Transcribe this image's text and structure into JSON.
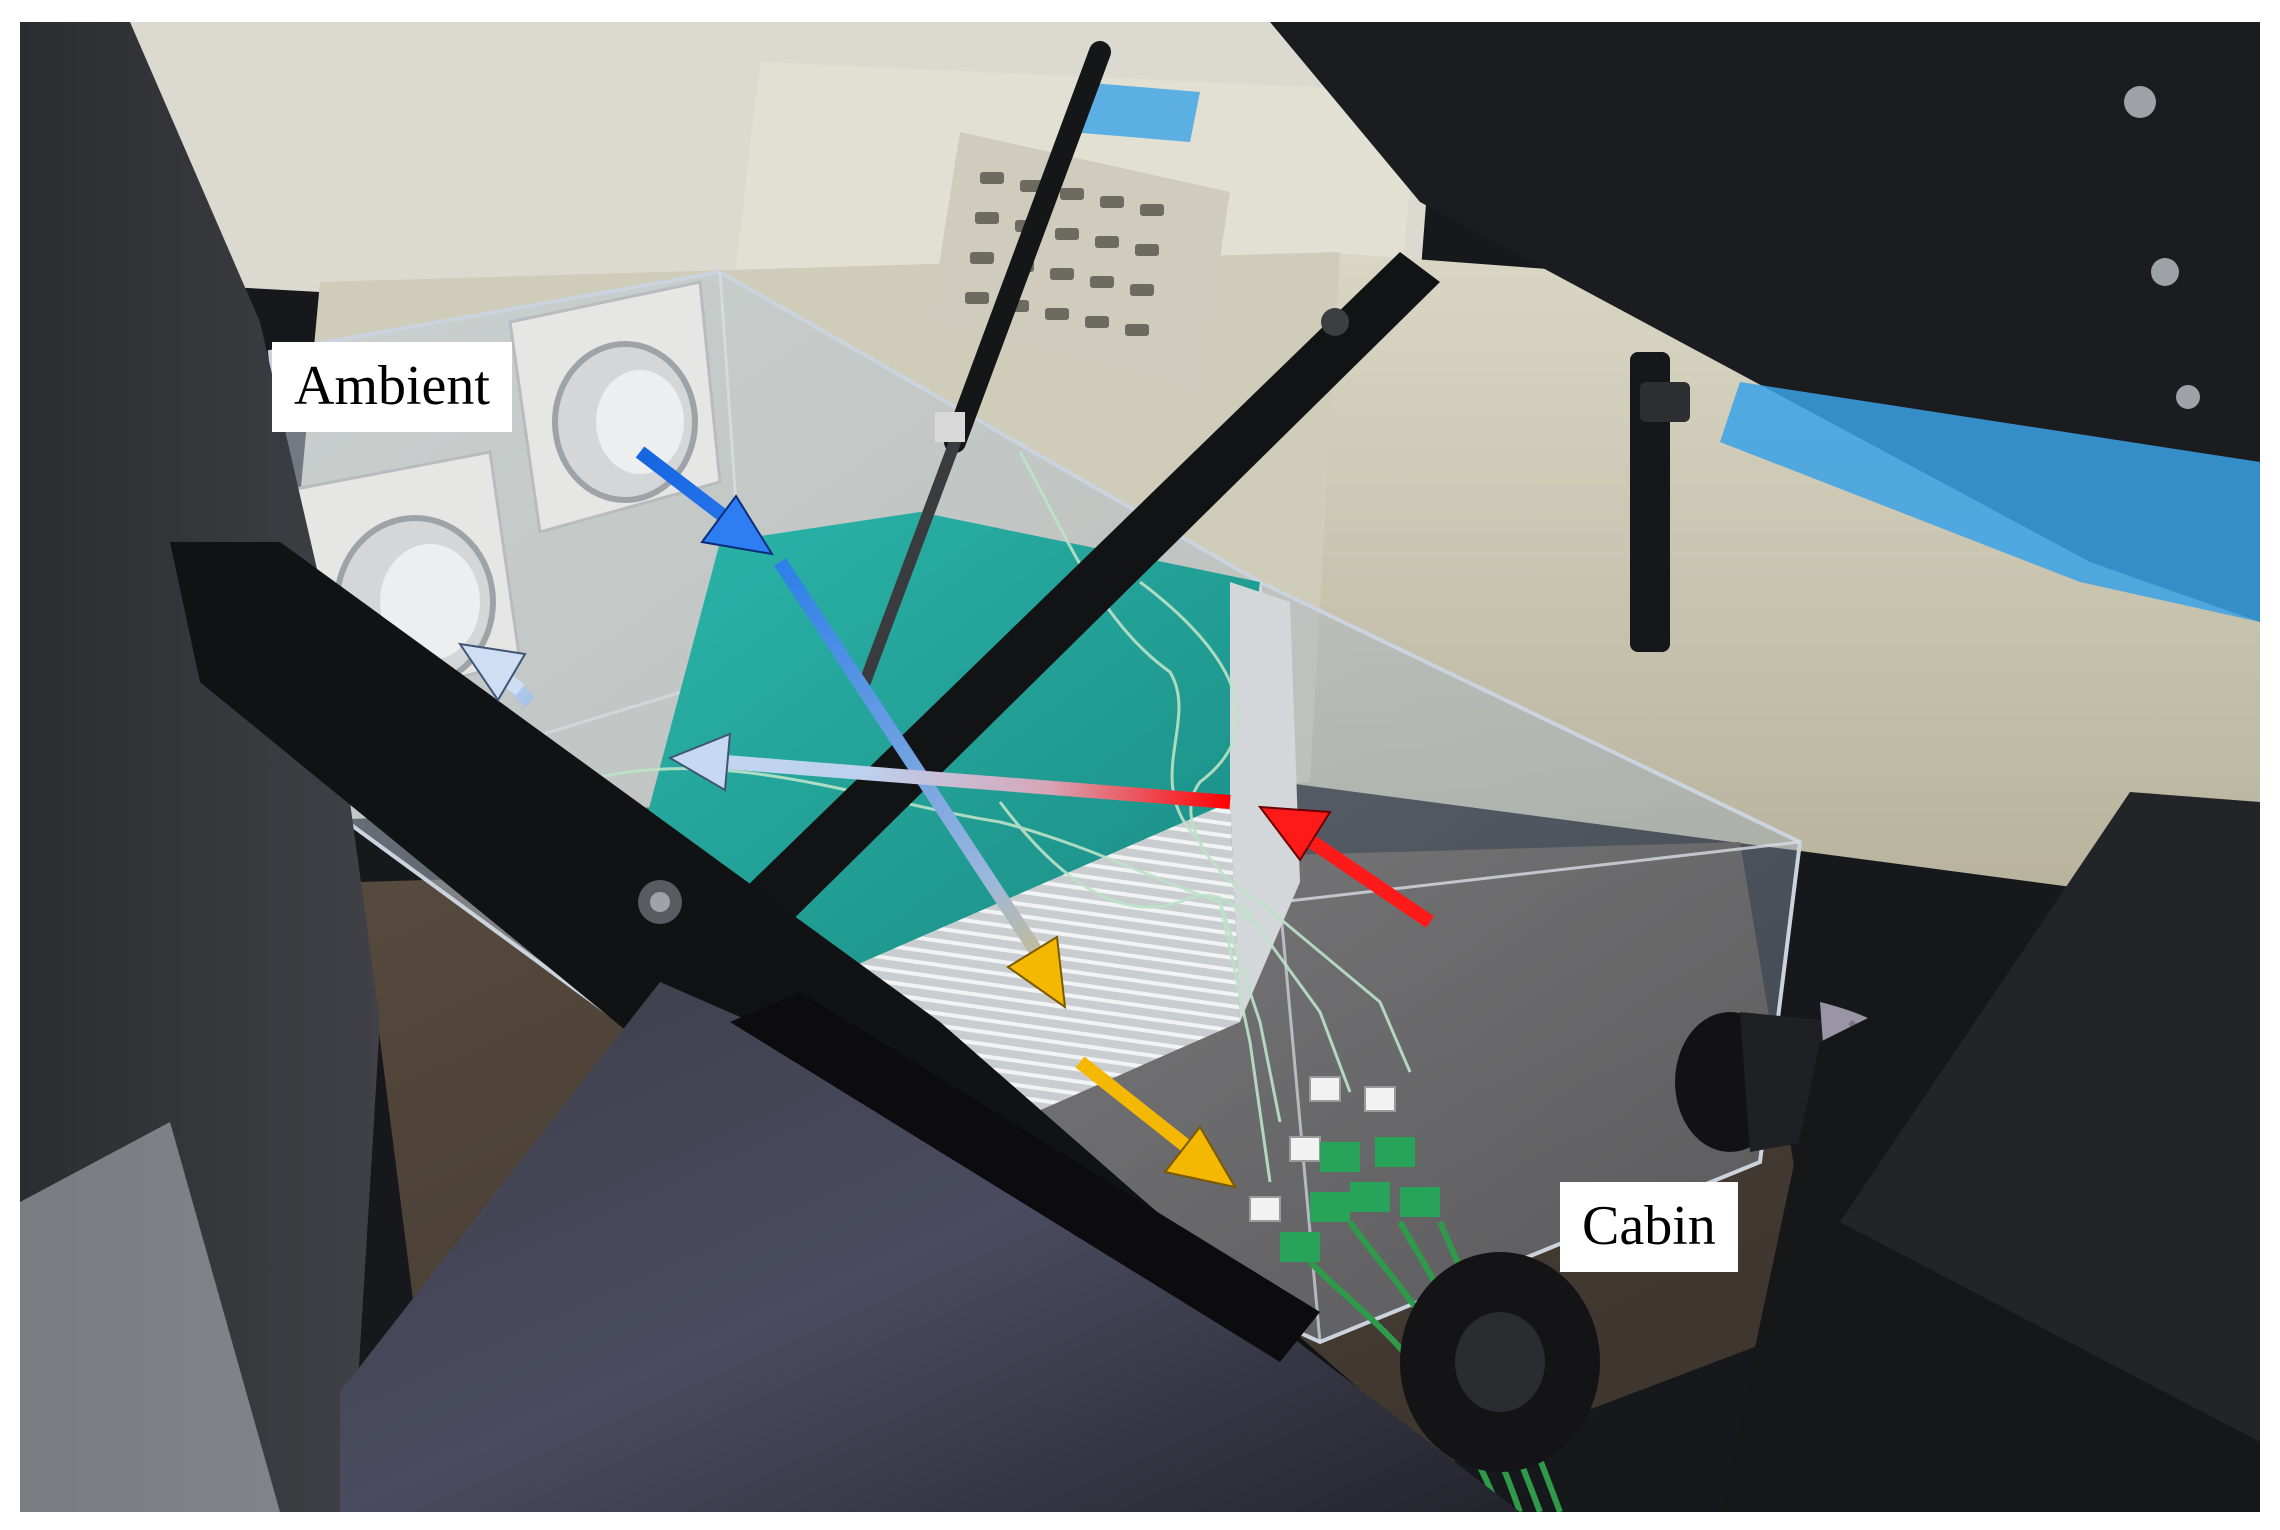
{
  "labels": {
    "ambient": "Ambient",
    "cabin": "Cabin"
  },
  "arrows": [
    {
      "name": "ambient-intake-arrow",
      "gradient": [
        "#1565e0",
        "#2f7df2"
      ]
    },
    {
      "name": "supply-to-cabin-arrow",
      "gradient": [
        "#2d7fe8",
        "#f5b800"
      ]
    },
    {
      "name": "cabin-return-arrow",
      "gradient": [
        "#ff0000",
        "#c7d8f2"
      ]
    },
    {
      "name": "exhaust-to-ambient-arrow",
      "gradient": [
        "#a7c3e8",
        "#cfdef3"
      ]
    }
  ],
  "colors": {
    "blue": "#1565e0",
    "yellow": "#f5b800",
    "red": "#ff1a1a",
    "light_blue": "#c5d8f0",
    "teal_core": "#1fa39a",
    "label_background": "#ffffff"
  }
}
